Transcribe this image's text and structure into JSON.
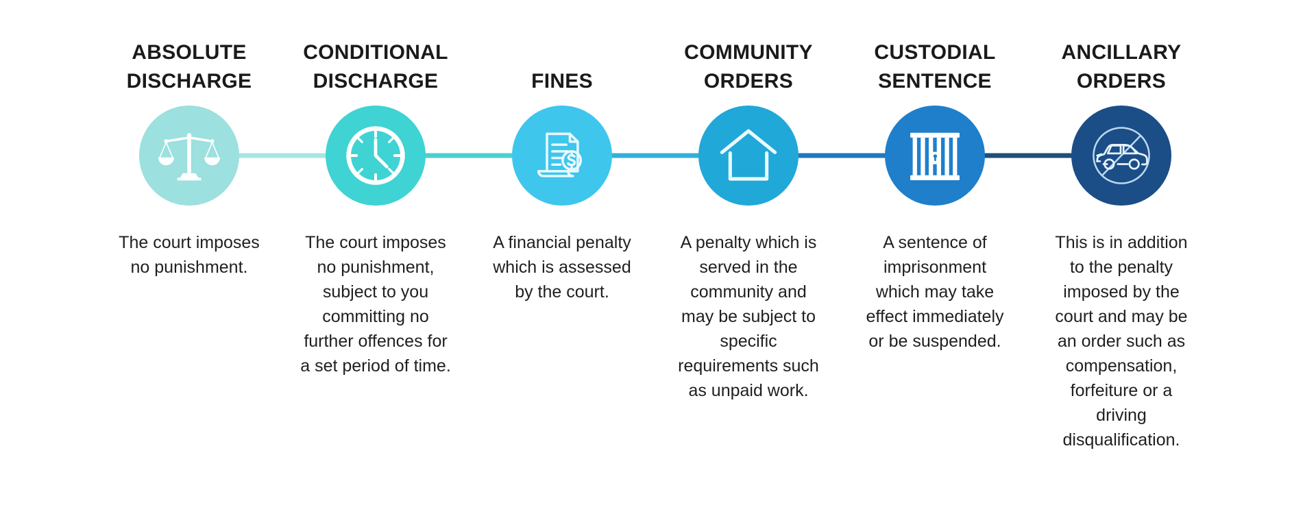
{
  "infographic": {
    "title_visible": false,
    "background_color": "#ffffff",
    "text_color": "#1a1a1a",
    "steps": [
      {
        "id": "absolute-discharge",
        "title_lines": [
          "ABSOLUTE",
          "DISCHARGE"
        ],
        "title": "ABSOLUTE DISCHARGE",
        "icon": "scales-of-justice-icon",
        "circle_color": "#9CE0DF",
        "connector_color": "#A6E6E3",
        "description_lines": [
          "The court imposes",
          "no punishment."
        ],
        "description": "The court imposes no punishment."
      },
      {
        "id": "conditional-discharge",
        "title_lines": [
          "CONDITIONAL",
          "DISCHARGE"
        ],
        "title": "CONDITIONAL DISCHARGE",
        "icon": "clock-icon",
        "circle_color": "#3FD3D3",
        "connector_color": "#4BD0CE",
        "description_lines": [
          "The court imposes",
          "no punishment,",
          "subject to you",
          "committing no",
          "further offences for",
          "a set period of time."
        ],
        "description": "The court imposes no punishment, subject to you committing no further offences for a set period of time."
      },
      {
        "id": "fines",
        "title_lines": [
          "FINES"
        ],
        "title": "FINES",
        "icon": "invoice-dollar-icon",
        "circle_color": "#3EC6ED",
        "connector_color": "#33AFD8",
        "description_lines": [
          "A financial penalty",
          "which is assessed",
          "by the court."
        ],
        "description": "A financial penalty which is assessed by the court."
      },
      {
        "id": "community-orders",
        "title_lines": [
          "COMMUNITY",
          "ORDERS"
        ],
        "title": "COMMUNITY ORDERS",
        "icon": "house-icon",
        "circle_color": "#20A8D8",
        "connector_color": "#2277BE",
        "description_lines": [
          "A penalty which is",
          "served in the",
          "community and",
          "may be subject to",
          "specific",
          "requirements such",
          "as unpaid work."
        ],
        "description": "A penalty which is served in the community and may be subject to specific requirements such as unpaid work."
      },
      {
        "id": "custodial-sentence",
        "title_lines": [
          "CUSTODIAL",
          "SENTENCE"
        ],
        "title": "CUSTODIAL SENTENCE",
        "icon": "prison-bars-icon",
        "circle_color": "#1F7FCB",
        "connector_color": "#1F4E79",
        "description_lines": [
          "A sentence of",
          "imprisonment",
          "which may take",
          "effect immediately",
          "or be suspended."
        ],
        "description": "A sentence of imprisonment which may take effect immediately or be suspended."
      },
      {
        "id": "ancillary-orders",
        "title_lines": [
          "ANCILLARY",
          "ORDERS"
        ],
        "title": "ANCILLARY ORDERS",
        "icon": "no-driving-car-icon",
        "circle_color": "#1B4E87",
        "connector_color": "",
        "description_lines": [
          "This is in addition",
          "to the penalty",
          "imposed by the",
          "court and may be",
          "an order such as",
          "compensation,",
          "forfeiture or a",
          "driving",
          "disqualification."
        ],
        "description": "This is in addition to the penalty imposed by the court and may be an order such as compensation, forfeiture or a driving disqualification."
      }
    ]
  }
}
